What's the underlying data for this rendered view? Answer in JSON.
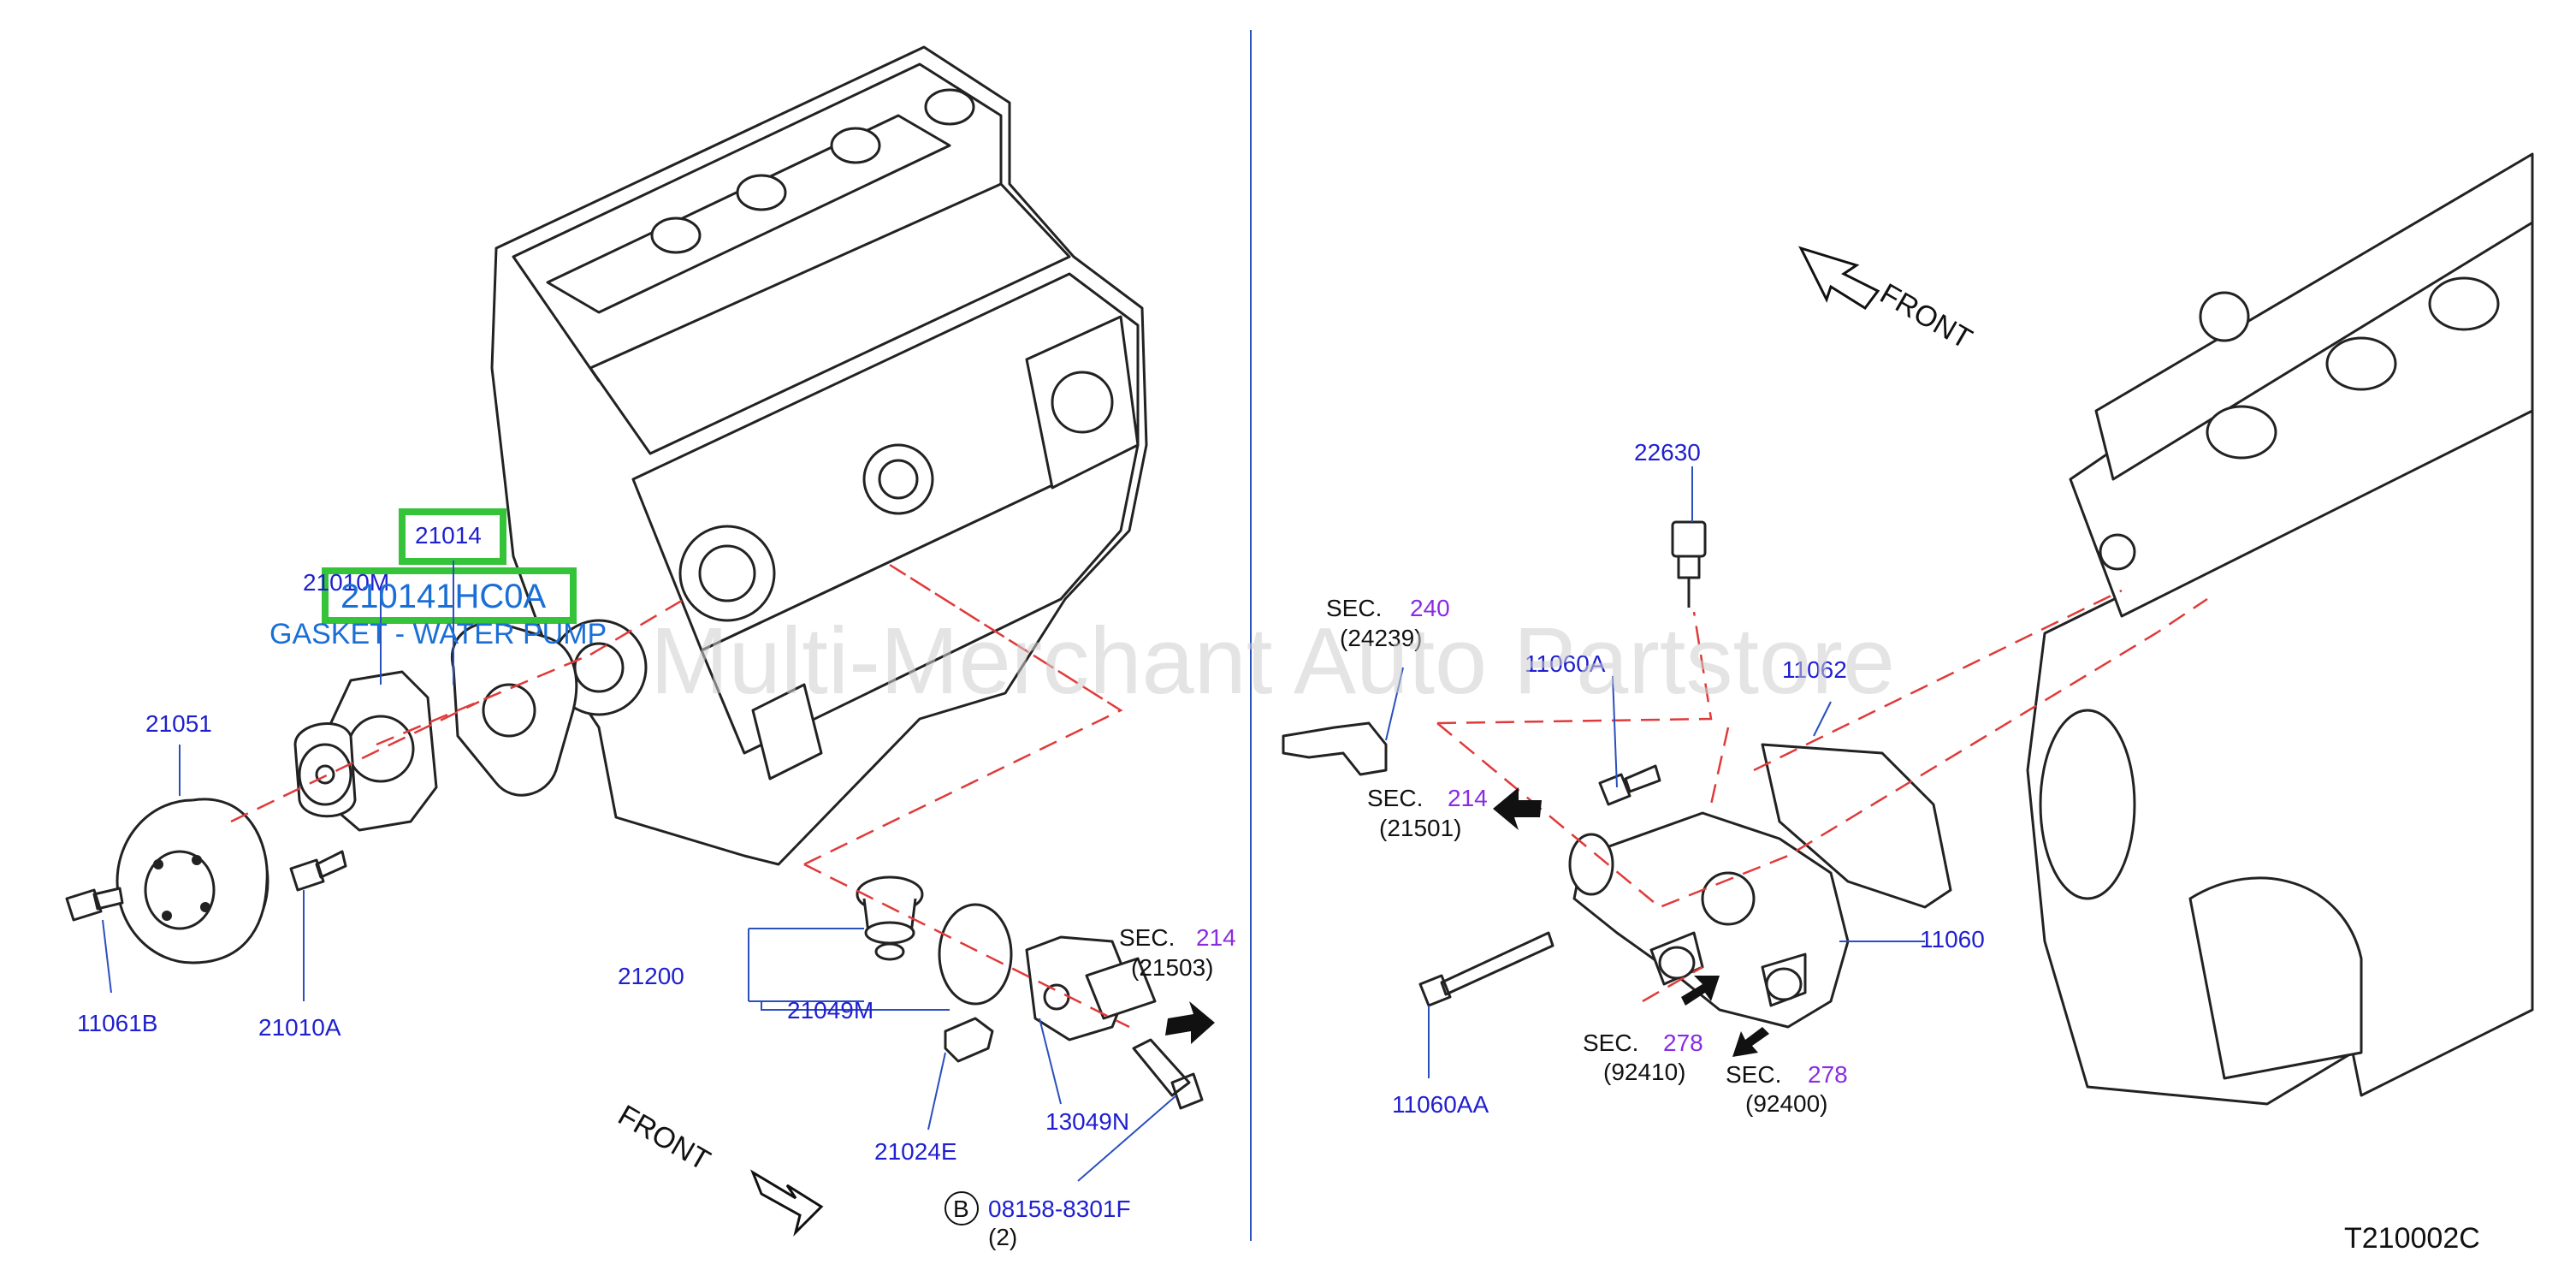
{
  "labels": {
    "p21014": "21014",
    "p21010m": "21010M",
    "p210141": "210141HC0A",
    "gasket": "GASKET - WATER PUMP",
    "p21051": "21051",
    "p11061b": "11061B",
    "p21010a": "21010A",
    "p21200": "21200",
    "p21049m": "21049M",
    "p21024e": "21024E",
    "p13049n": "13049N",
    "p08158": "08158-8301F",
    "qty2": "(2)",
    "b_marker": "B",
    "sec": "SEC.",
    "sec214": "214",
    "r21503": "(21503)",
    "p22630": "22630",
    "sec240": "240",
    "r24239": "(24239)",
    "p11060a": "11060A",
    "p11062": "11062",
    "r21501": "(21501)",
    "p11060": "11060",
    "p11060aa": "11060AA",
    "sec278": "278",
    "r92410": "(92410)",
    "r92400": "(92400)",
    "front": "FRONT",
    "watermark": "Multi-Merchant Auto Partstore",
    "figure_code": "T210002C"
  },
  "colors": {
    "part_number": "#1f1fd0",
    "section_ref": "#8a2be2",
    "highlight_box": "#35c33a",
    "highlight_text": "#1a6fd6",
    "dashed_line": "#e03a3a",
    "divider": "#2a4fbf"
  }
}
